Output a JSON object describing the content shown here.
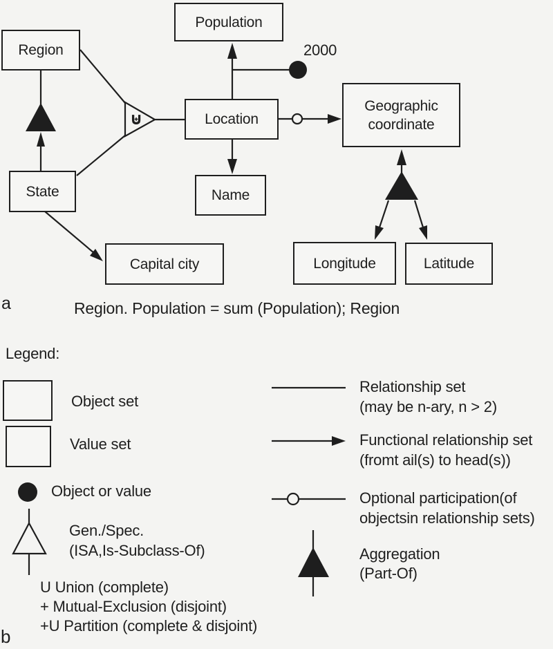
{
  "colors": {
    "ink": "#1e1e1e",
    "paper": "#f4f4f2"
  },
  "panel_a": {
    "section_label": "a",
    "caption": "Region. Population = sum (Population); Region",
    "object_annotation": "2000",
    "partition_symbol": "⊎",
    "nodes": {
      "population": "Population",
      "region": "Region",
      "location": "Location",
      "geographic_coordinate": "Geographic coordinate",
      "state": "State",
      "name": "Name",
      "capital_city": "Capital city",
      "longitude": "Longitude",
      "latitude": "Latitude"
    }
  },
  "legend": {
    "title": "Legend:",
    "section_label": "b",
    "object_set": "Object set",
    "value_set": "Value set",
    "object_or_value": "Object or value",
    "gen_spec": {
      "line1": "Gen./Spec.",
      "line2": "(ISA,Is-Subclass-Of)"
    },
    "constraints": {
      "union": "U Union (complete)",
      "mutual_exclusion": "+ Mutual-Exclusion (disjoint)",
      "partition": "+U Partition (complete & disjoint)"
    },
    "relationship": {
      "line1": "Relationship set",
      "line2": "(may be n-ary, n > 2)"
    },
    "functional": {
      "line1": "Functional relationship set",
      "line2": "(fromt ail(s) to head(s))"
    },
    "optional": {
      "line1": "Optional participation(of",
      "line2": "objectsin relationship sets)"
    },
    "aggregation": {
      "line1": "Aggregation",
      "line2": "(Part-Of)"
    }
  }
}
